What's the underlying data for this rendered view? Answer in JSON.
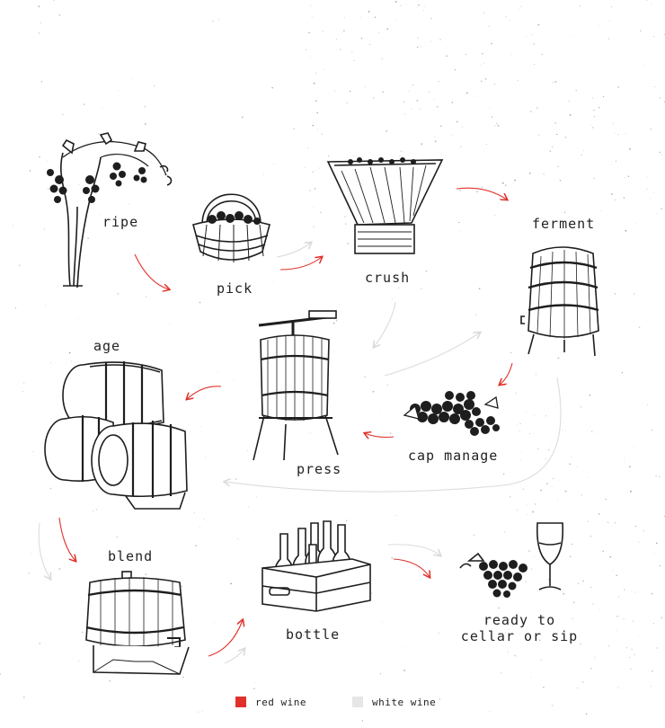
{
  "steps": {
    "ripe": "ripe",
    "pick": "pick",
    "crush": "crush",
    "ferment": "ferment",
    "cap_manage": "cap manage",
    "press": "press",
    "age": "age",
    "blend": "blend",
    "bottle": "bottle",
    "ready_line1": "ready to",
    "ready_line2": "cellar or sip"
  },
  "legend": {
    "red_label": "red wine",
    "white_label": "white wine",
    "red_color": "#e0322c",
    "white_color": "#e6e6e6"
  },
  "icons": [
    "grapevine-icon",
    "basket-icon",
    "crusher-icon",
    "fermenting-vat-icon",
    "grape-cluster-icon",
    "wine-press-icon",
    "stacked-barrels-icon",
    "barrel-icon",
    "bottle-crate-icon",
    "wine-glass-icon"
  ]
}
